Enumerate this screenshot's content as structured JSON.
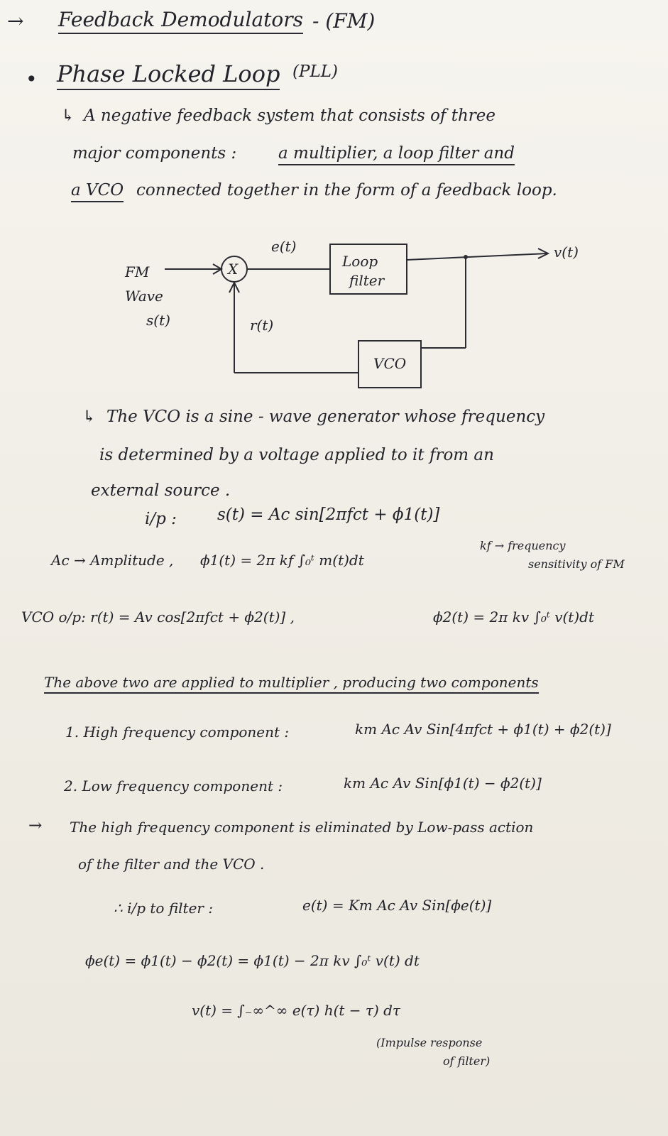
{
  "header": {
    "title": "Feedback Demodulators",
    "tag": "- (FM)"
  },
  "pll": {
    "title": "Phase Locked Loop",
    "abbr": "(PLL)",
    "def_line1": "A negative feedback system that consists of three",
    "def_line2a": "major components :",
    "def_line2b": "a multiplier, a loop filter and",
    "def_line3a": "a VCO",
    "def_line3b": "connected together in the form of a feedback loop."
  },
  "diagram": {
    "input_label_1": "FM",
    "input_label_2": "Wave",
    "input_label_3": "s(t)",
    "multiplier": "X",
    "error_label": "e(t)",
    "loop_filter_1": "Loop",
    "loop_filter_2": "filter",
    "output_label": "v(t)",
    "feedback_label": "r(t)",
    "vco": "VCO"
  },
  "vco_text": {
    "line1": "The VCO is a sine - wave generator whose frequency",
    "line2": "is determined by a voltage applied to it from an",
    "line3": "external source ."
  },
  "equations": {
    "input_label": "i/p  :",
    "input_eq": "s(t) = Ac sin[2πfct + ϕ1(t)]",
    "amp_def": "Ac → Amplitude ,",
    "phi1_def": "ϕ1(t) = 2π kf ∫₀ᵗ m(t)dt",
    "kf_def_1": "kf → frequency",
    "kf_def_2": "sensitivity of FM",
    "vco_out": "VCO o/p: r(t) = Av cos[2πfct + ϕ2(t)] ,",
    "phi2_def": "ϕ2(t) = 2π kv ∫₀ᵗ v(t)dt",
    "applied": "The above two are applied to multiplier , producing two components",
    "high_label": "1. High frequency component :",
    "high_eq": "km Ac Av Sin[4πfct + ϕ1(t) + ϕ2(t)]",
    "low_label": "2. Low frequency component :",
    "low_eq": "km Ac Av Sin[ϕ1(t) − ϕ2(t)]",
    "elim_1": "The high frequency component is eliminated by Low-pass action",
    "elim_2": "of the filter and the VCO .",
    "filter_in_label": "∴ i/p to filter :",
    "filter_in_eq": "e(t) = Km Ac Av Sin[ϕe(t)]",
    "phase_err": "ϕe(t) = ϕ1(t) − ϕ2(t)  = ϕ1(t) − 2π kv ∫₀ᵗ v(t) dt",
    "vt_eq": "v(t) = ∫₋∞^∞ e(τ) h(t − τ) dτ",
    "impulse_1": "(Impulse response",
    "impulse_2": "of filter)"
  }
}
